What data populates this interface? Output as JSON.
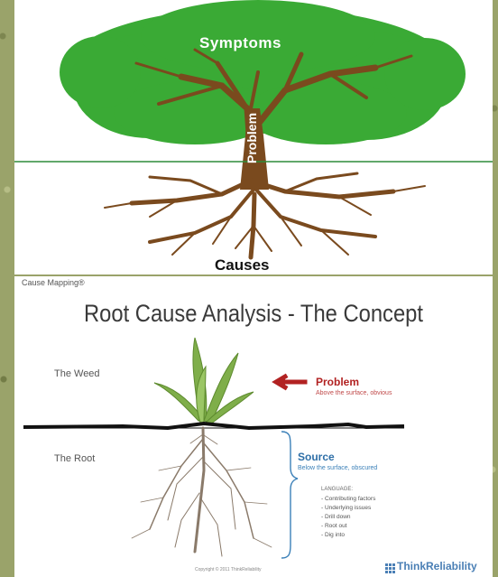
{
  "top_panel": {
    "symptoms": "Symptoms",
    "problem": "Problem",
    "causes": "Causes"
  },
  "bottom_panel": {
    "header_tag": "Cause Mapping®",
    "title": "Root Cause Analysis - The Concept",
    "weed_label": "The Weed",
    "root_label": "The Root",
    "problem_heading": "Problem",
    "problem_desc": "Above the surface, obvious",
    "source_heading": "Source",
    "source_desc": "Below the surface, obscured",
    "language_heading": "LANGUAGE:",
    "language_items": [
      "- Contributing factors",
      "- Underlying issues",
      "- Drill down",
      "- Root out",
      "- Dig into"
    ],
    "copyright": "Copyright © 2011 ThinkReliability",
    "brand": "ThinkReliability",
    "brand_icon": "grid-logo-icon"
  },
  "colors": {
    "canopy": "#3aaa35",
    "trunk": "#7a4a1e",
    "ground_line": "#2e8b3a",
    "problem_red": "#b22222",
    "source_blue": "#2e6fa7",
    "weed_green": "#7fae4a",
    "border": "#9aa36a"
  }
}
